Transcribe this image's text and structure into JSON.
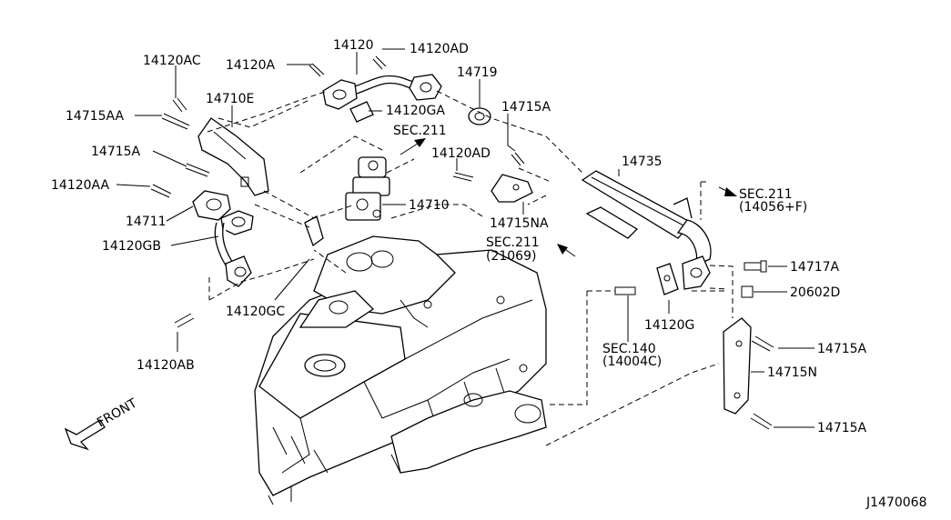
{
  "diagram_id": "J1470068",
  "front_label": "FRONT",
  "labels": {
    "p14120": "14120",
    "p14120AD_top": "14120AD",
    "p14120A": "14120A",
    "p14120AC": "14120AC",
    "p14719": "14719",
    "p14710E": "14710E",
    "p14715AA": "14715AA",
    "p14120GA": "14120GA",
    "p14715A_upper": "14715A",
    "sec211_top": "SEC.211",
    "p14715A_left": "14715A",
    "p14120AD_mid": "14120AD",
    "p14735": "14735",
    "p14120AA": "14120AA",
    "sec211_right": "SEC.211",
    "sec211_right_sub": "(14056+F)",
    "p14710": "14710",
    "p14711": "14711",
    "p14715NA": "14715NA",
    "p14120GB": "14120GB",
    "sec211_mid": "SEC.211",
    "sec211_mid_sub": "(21069)",
    "p14717A": "14717A",
    "p20602D": "20602D",
    "p14120GC": "14120GC",
    "p14120G": "14120G",
    "sec140": "SEC.140",
    "sec140_sub": "(14004C)",
    "p14715A_r1": "14715A",
    "p14715N": "14715N",
    "p14120AB": "14120AB",
    "p14715A_r2": "14715A"
  }
}
